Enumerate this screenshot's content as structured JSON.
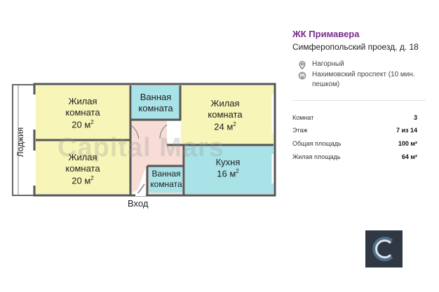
{
  "plan": {
    "rooms": [
      {
        "id": "living-1",
        "line1": "Жилая",
        "line2": "комната",
        "area_num": "20 м",
        "area_sup": "2"
      },
      {
        "id": "living-2",
        "line1": "Жилая",
        "line2": "комната",
        "area_num": "20 м",
        "area_sup": "2"
      },
      {
        "id": "living-3",
        "line1": "Жилая",
        "line2": "комната",
        "area_num": "24 м",
        "area_sup": "2"
      },
      {
        "id": "bath-1",
        "line1": "Ванная",
        "line2": "комната"
      },
      {
        "id": "bath-2",
        "line1": "Ванная",
        "line2": "комната"
      },
      {
        "id": "kitchen",
        "line1": "Кухня",
        "area_num": "16 м",
        "area_sup": "2"
      }
    ],
    "loggia_label": "Лоджия",
    "entry_label": "Вход",
    "watermark": "Capital Mars",
    "colors": {
      "living": "#f8f5b8",
      "bath": "#a9e3e8",
      "kitchen": "#a9e3e8",
      "hall": "#f7ddd6",
      "wall": "#555555"
    }
  },
  "info": {
    "complex_name": "ЖК Примавера",
    "address": "Симферопольский проезд, д. 18",
    "district": {
      "icon": "location-pin-icon",
      "text": "Нагорный"
    },
    "metro": {
      "icon": "metro-icon",
      "text": "Нахимовский проспект (10 мин. пешком)"
    },
    "params": [
      {
        "label": "Комнат",
        "value": "3"
      },
      {
        "label": "Этаж",
        "value": "7 из 14"
      },
      {
        "label": "Общая площадь",
        "value": "100 м²"
      },
      {
        "label": "Жилая площадь",
        "value": "64 м²"
      }
    ],
    "brand_color": "#7a2a8c"
  },
  "logo": {
    "icon": "capital-mars-logo-icon",
    "bg": "#2f3843"
  }
}
